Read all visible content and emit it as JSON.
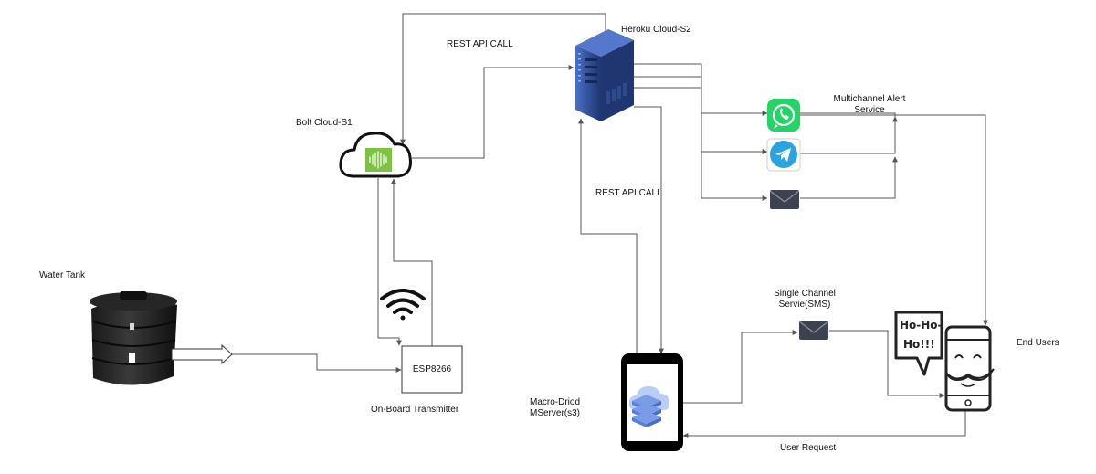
{
  "nodes": {
    "water_tank": "Water Tank",
    "bolt_cloud": "Bolt Cloud-S1",
    "heroku_cloud": "Heroku Cloud-S2",
    "esp": "ESP8266",
    "transmitter": "On-Board Transmitter",
    "macrodroid_line1": "Macro-Driod",
    "macrodroid_line2": "MServer(s3)",
    "multichannel_line1": "Multichannel Alert",
    "multichannel_line2": "Service",
    "single_channel_line1": "Single Channel",
    "single_channel_line2": "Servie(SMS)",
    "end_users": "End Users",
    "phone_bubble_line1": "Ho-Ho-",
    "phone_bubble_line2": "Ho!!!"
  },
  "edges": {
    "rest_top": "REST API CALL",
    "rest_mid": "REST API CALL",
    "user_request": "User Request"
  },
  "colors": {
    "line": "#555555",
    "server": "#2c4a8c",
    "whatsapp": "#25d366",
    "telegram": "#2aa3e0",
    "mail": "#3c4250",
    "bolt": "#7dc243",
    "macro_cloud": "#6f8fe0"
  },
  "icons": [
    "cloud-icon",
    "server-icon",
    "whatsapp-icon",
    "telegram-icon",
    "mail-icon",
    "wifi-icon",
    "tank-icon",
    "phone-icon",
    "user-phone-icon"
  ]
}
